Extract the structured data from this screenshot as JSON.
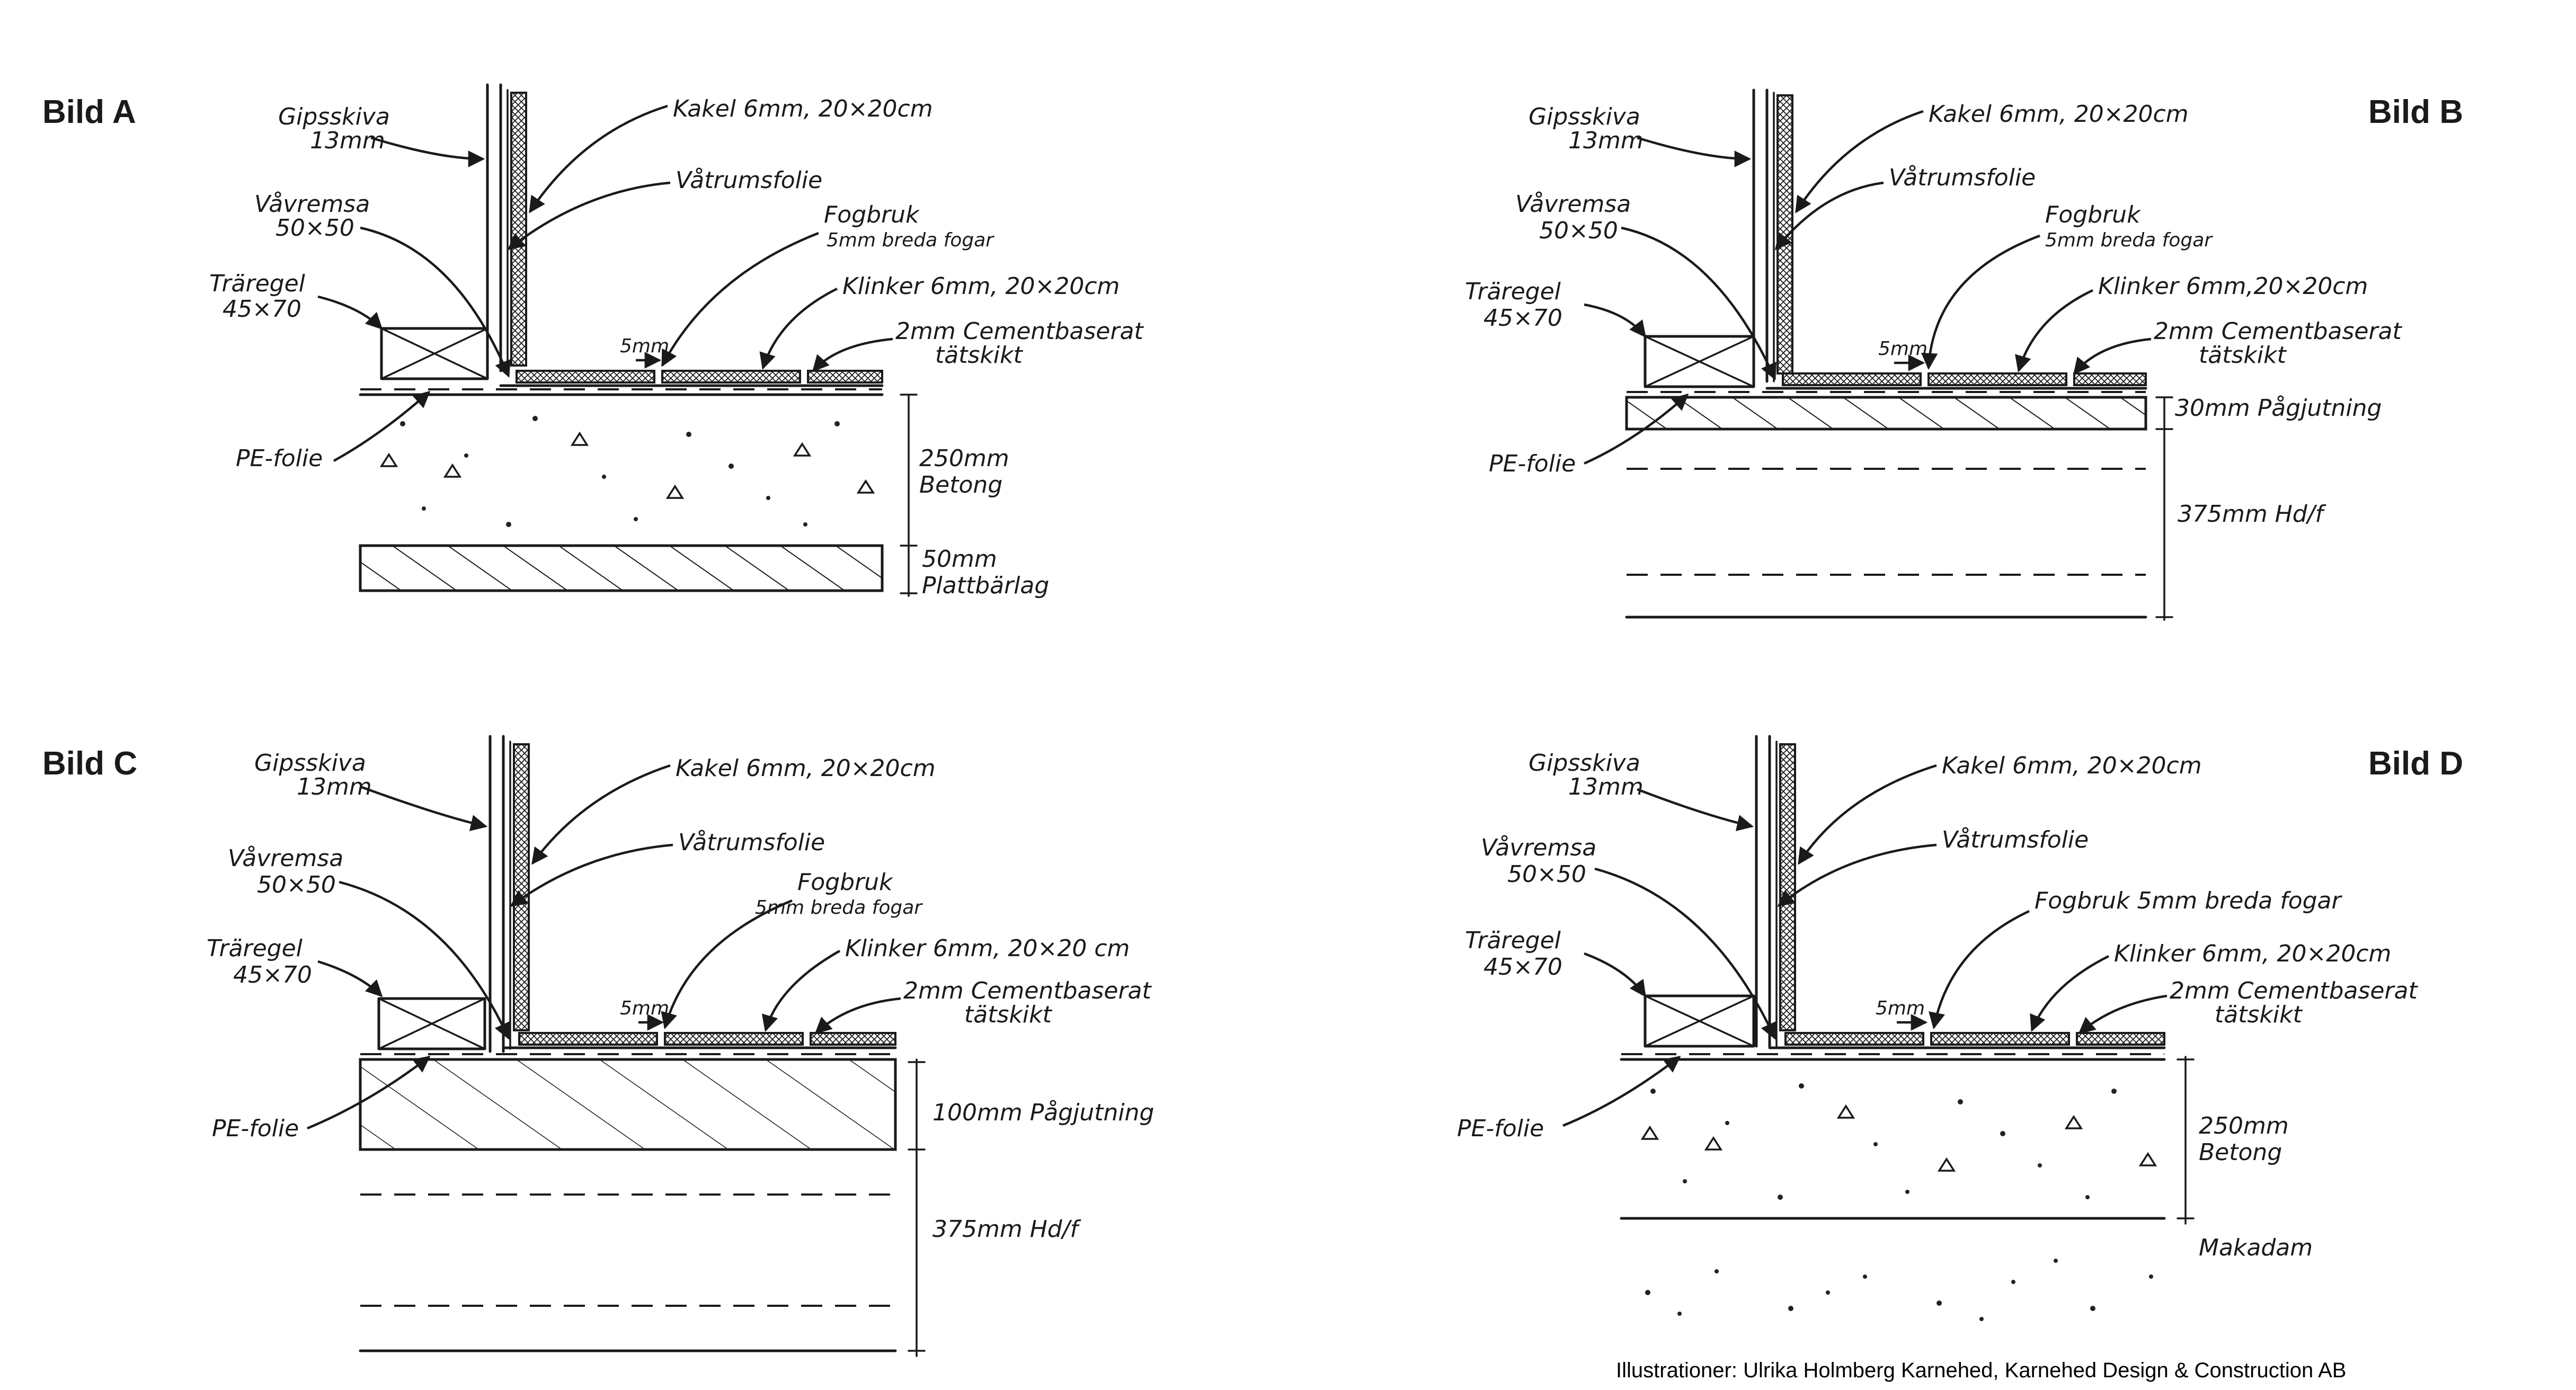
{
  "panels": {
    "a": {
      "title": "Bild A",
      "gipsskiva": [
        "Gipsskiva",
        "13mm"
      ],
      "kakel": "Kakel 6mm, 20×20cm",
      "vatrumsfolie": "Våtrumsfolie",
      "vavremsa": [
        "Våvremsa",
        "50×50"
      ],
      "fogbruk": [
        "Fogbruk",
        "5mm breda fogar"
      ],
      "traregel": [
        "Träregel",
        "45×70"
      ],
      "klinker": "Klinker 6mm, 20×20cm",
      "gap": "5mm",
      "tatskikt": [
        "2mm Cementbaserat",
        "tätskikt"
      ],
      "pefolie": "PE-folie",
      "layer1": [
        "250mm",
        "Betong"
      ],
      "layer2": [
        "50mm",
        "Plattbärlag"
      ]
    },
    "b": {
      "title": "Bild B",
      "gipsskiva": [
        "Gipsskiva",
        "13mm"
      ],
      "kakel": "Kakel 6mm, 20×20cm",
      "vatrumsfolie": "Våtrumsfolie",
      "vavremsa": [
        "Våvremsa",
        "50×50"
      ],
      "fogbruk": [
        "Fogbruk",
        "5mm breda fogar"
      ],
      "traregel": [
        "Träregel",
        "45×70"
      ],
      "klinker": "Klinker 6mm,20×20cm",
      "gap": "5mm",
      "tatskikt": [
        "2mm Cementbaserat",
        "tätskikt"
      ],
      "pefolie": "PE-folie",
      "layer1": "30mm Pågjutning",
      "layer2": "375mm Hd/f"
    },
    "c": {
      "title": "Bild C",
      "gipsskiva": [
        "Gipsskiva",
        "13mm"
      ],
      "kakel": "Kakel 6mm, 20×20cm",
      "vatrumsfolie": "Våtrumsfolie",
      "vavremsa": [
        "Våvremsa",
        "50×50"
      ],
      "fogbruk": [
        "Fogbruk",
        "5mm breda fogar"
      ],
      "traregel": [
        "Träregel",
        "45×70"
      ],
      "klinker": "Klinker 6mm, 20×20 cm",
      "gap": "5mm",
      "tatskikt": [
        "2mm Cementbaserat",
        "tätskikt"
      ],
      "pefolie": "PE-folie",
      "layer1": "100mm Pågjutning",
      "layer2": "375mm Hd/f"
    },
    "d": {
      "title": "Bild D",
      "gipsskiva": [
        "Gipsskiva",
        "13mm"
      ],
      "kakel": "Kakel 6mm, 20×20cm",
      "vatrumsfolie": "Våtrumsfolie",
      "vavremsa": [
        "Våvremsa",
        "50×50"
      ],
      "fogbruk": "Fogbruk 5mm breda fogar",
      "traregel": [
        "Träregel",
        "45×70"
      ],
      "klinker": "Klinker 6mm, 20×20cm",
      "gap": "5mm",
      "tatskikt": [
        "2mm Cementbaserat",
        "tätskikt"
      ],
      "pefolie": "PE-folie",
      "layer1": [
        "250mm",
        "Betong"
      ],
      "layer2": "Makadam"
    }
  },
  "credit": "Illustrationer: Ulrika Holmberg Karnehed, Karnehed Design & Construction AB"
}
